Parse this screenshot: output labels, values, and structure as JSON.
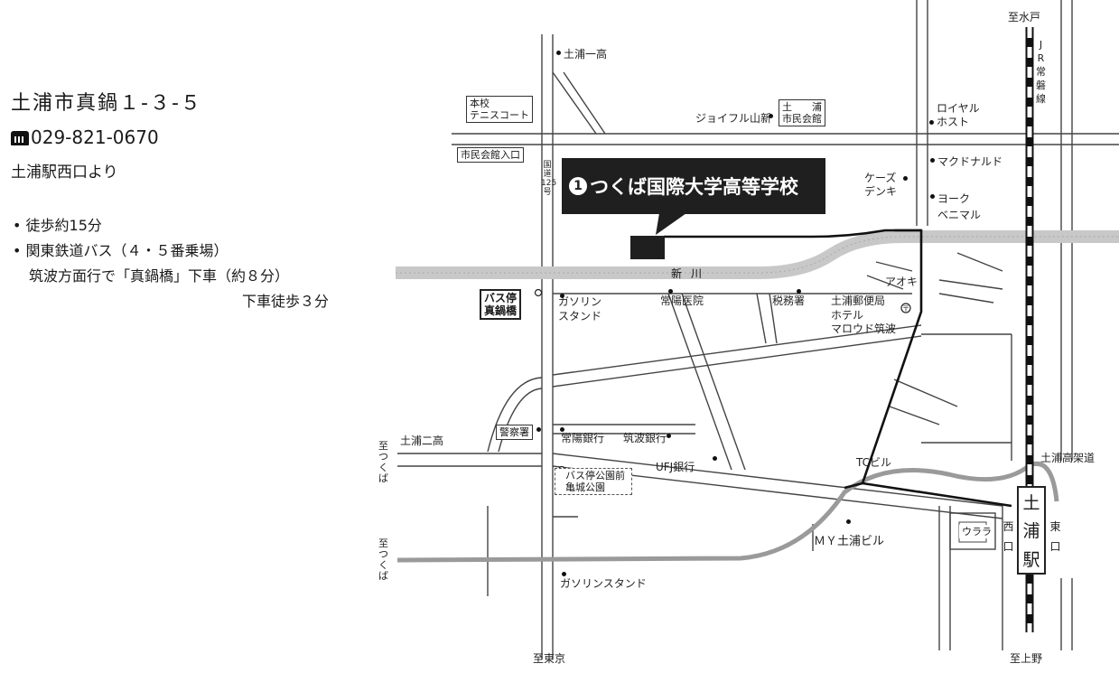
{
  "info": {
    "address": "土浦市真鍋１-３-５",
    "phone": "029-821-0670",
    "from_station": "土浦駅西口より",
    "access": [
      "• 徒歩約15分",
      "• 関東鉄道バス（４・５番乗場）",
      "筑波方面行で「真鍋橋」下車（約８分）",
      "下車徒歩３分"
    ]
  },
  "school_callout": {
    "number": "1",
    "name": "つくば国際大学高等学校"
  },
  "station": {
    "chars": [
      "土",
      "浦",
      "駅"
    ],
    "west_exit": [
      "西",
      "口"
    ],
    "east_exit": [
      "東",
      "口"
    ]
  },
  "directions": {
    "mito": "至水戸",
    "tokyo": "至東京",
    "ueno": "至上野",
    "tsukuba_1": [
      "至",
      "つ",
      "く",
      "ば"
    ],
    "tsukuba_2": [
      "至",
      "つ",
      "く",
      "ば"
    ]
  },
  "labels": {
    "tsuchiura_ichiko": "土浦一高",
    "honko": "本校",
    "tennis_court": "テニスコート",
    "joyful": "ジョイフル山新",
    "civic_hall_1": "土　　浦",
    "civic_hall_2": "市民会館",
    "royal_1": "ロイヤル",
    "royal_2": "ホスト",
    "mcdonalds": "マクドナルド",
    "civic_hall_entrance": "市民会館入口",
    "ks_denki_1": "ケーズ",
    "ks_denki_2": "デンキ",
    "york_1": "ヨーク",
    "york_2": "ベニマル",
    "route_125": [
      "国",
      "道",
      "125",
      "号"
    ],
    "jr_line": [
      "J",
      "R",
      "常",
      "磐",
      "線"
    ],
    "river": "新川",
    "aoki": "アオキ",
    "busstop_1": "バス停",
    "busstop_2": "真鍋橋",
    "gas_1": "ガソリン",
    "gas_2": "スタンド",
    "joyo_hospital": "常陽医院",
    "tax_office": "税務署",
    "post_office": "土浦郵便局",
    "hotel_1": "ホテル",
    "hotel_2": "マロウド筑波",
    "niko": "土浦二高",
    "police": "警察署",
    "joyo_bank": "常陽銀行",
    "tsukuba_bank": "筑波銀行",
    "ufj": "UFJ銀行",
    "tc_building": "TCビル",
    "viaduct": "土浦高架道",
    "park_busstop": "バス停公園前",
    "kijo_park": "亀城公園",
    "my_building": "ＭＹ土浦ビル",
    "urara": "ウララ",
    "gas_south": "ガソリンスタンド"
  },
  "colors": {
    "road": "#444444",
    "river": "#c8c8c8",
    "highway": "#9a9a9a",
    "route": "#111111",
    "callout": "#1f1f1f"
  }
}
